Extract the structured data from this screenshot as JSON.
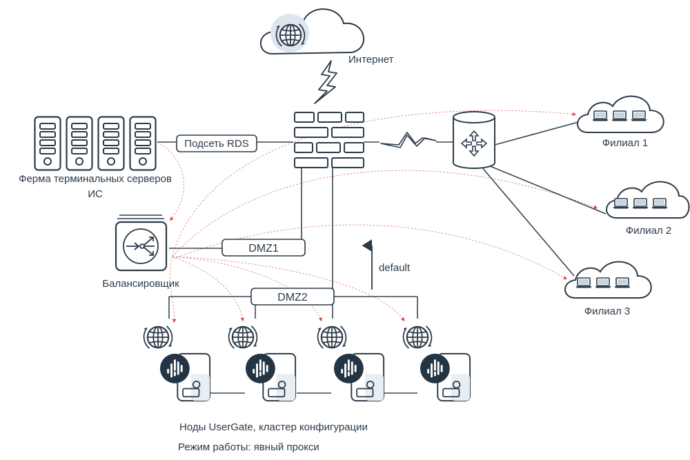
{
  "colors": {
    "stroke": "#2b3a48",
    "line": "#3a4652",
    "dashed": "#e08080",
    "arrow": "#e03c3c",
    "globe_halo": "#dde6ef",
    "dark_icon": "#233444",
    "pale_box": "#e9eef3"
  },
  "internet": {
    "label": "Интернет",
    "icon": "globe-icon"
  },
  "servers": {
    "label_line1": "Ферма терминальных серверов",
    "label_line2": "ИС",
    "count": 4
  },
  "links": {
    "rds": "Подсеть RDS",
    "dmz1": "DMZ1",
    "dmz2": "DMZ2",
    "default": "default"
  },
  "balancer": {
    "label": "Балансировщик",
    "icon": "balancer-icon"
  },
  "firewall": {
    "icon": "firewall-icon"
  },
  "router": {
    "icon": "router-icon"
  },
  "branches": [
    {
      "label": "Филиал 1"
    },
    {
      "label": "Филиал 2"
    },
    {
      "label": "Филиал 3"
    }
  ],
  "nodes": {
    "count": 4,
    "icon": "usergate-icon"
  },
  "caption": {
    "line1": "Ноды UserGate, кластер конфигурации",
    "line2": "Режим работы: явный прокси"
  }
}
